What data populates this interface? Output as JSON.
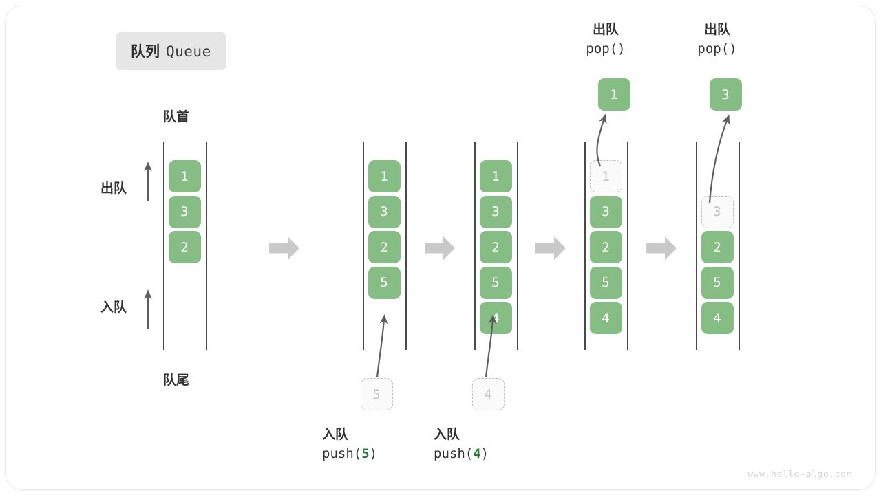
{
  "title": {
    "cn": "队列",
    "en": "Queue"
  },
  "labels": {
    "front": "队首",
    "rear": "队尾",
    "dequeue_arrow": "出队",
    "enqueue_arrow": "入队"
  },
  "watermark": "www.hello-algo.com",
  "colors": {
    "element_fill": "#85bd84",
    "element_text": "#ffffff",
    "ghost_fill": "#fafafa",
    "ghost_border": "#bdbdbd",
    "ghost_text": "#c4c4c4",
    "rail": "#4a4a4a",
    "step_arrow": "#c9c9c9",
    "accent_number": "#2e7d32",
    "badge_bg": "#e6e6e6"
  },
  "steps": [
    {
      "id": "initial",
      "items": [
        "1",
        "3",
        "2"
      ],
      "ghost_slots": [],
      "op": null
    },
    {
      "id": "push-5",
      "items": [
        "1",
        "3",
        "2",
        "5"
      ],
      "ghost_slots": [],
      "op": {
        "kind": "push",
        "cn": "入队",
        "code_prefix": "push(",
        "value": "5",
        "code_suffix": ")",
        "ghost_value": "5"
      }
    },
    {
      "id": "push-4",
      "items": [
        "1",
        "3",
        "2",
        "5",
        "4"
      ],
      "ghost_slots": [],
      "op": {
        "kind": "push",
        "cn": "入队",
        "code_prefix": "push(",
        "value": "4",
        "code_suffix": ")",
        "ghost_value": "4"
      }
    },
    {
      "id": "pop-1",
      "items": [
        "3",
        "2",
        "5",
        "4"
      ],
      "ghost_slots": [
        {
          "index": 0,
          "value": "1"
        }
      ],
      "op": {
        "kind": "pop",
        "cn": "出队",
        "code_prefix": "pop(",
        "value": "",
        "code_suffix": ")",
        "popped_value": "1"
      }
    },
    {
      "id": "pop-3",
      "items": [
        "2",
        "5",
        "4"
      ],
      "ghost_slots": [
        {
          "index": 1,
          "value": "3"
        }
      ],
      "op": {
        "kind": "pop",
        "cn": "出队",
        "code_prefix": "pop(",
        "value": "",
        "code_suffix": ")",
        "popped_value": "3"
      }
    }
  ],
  "step_arrows": 4
}
